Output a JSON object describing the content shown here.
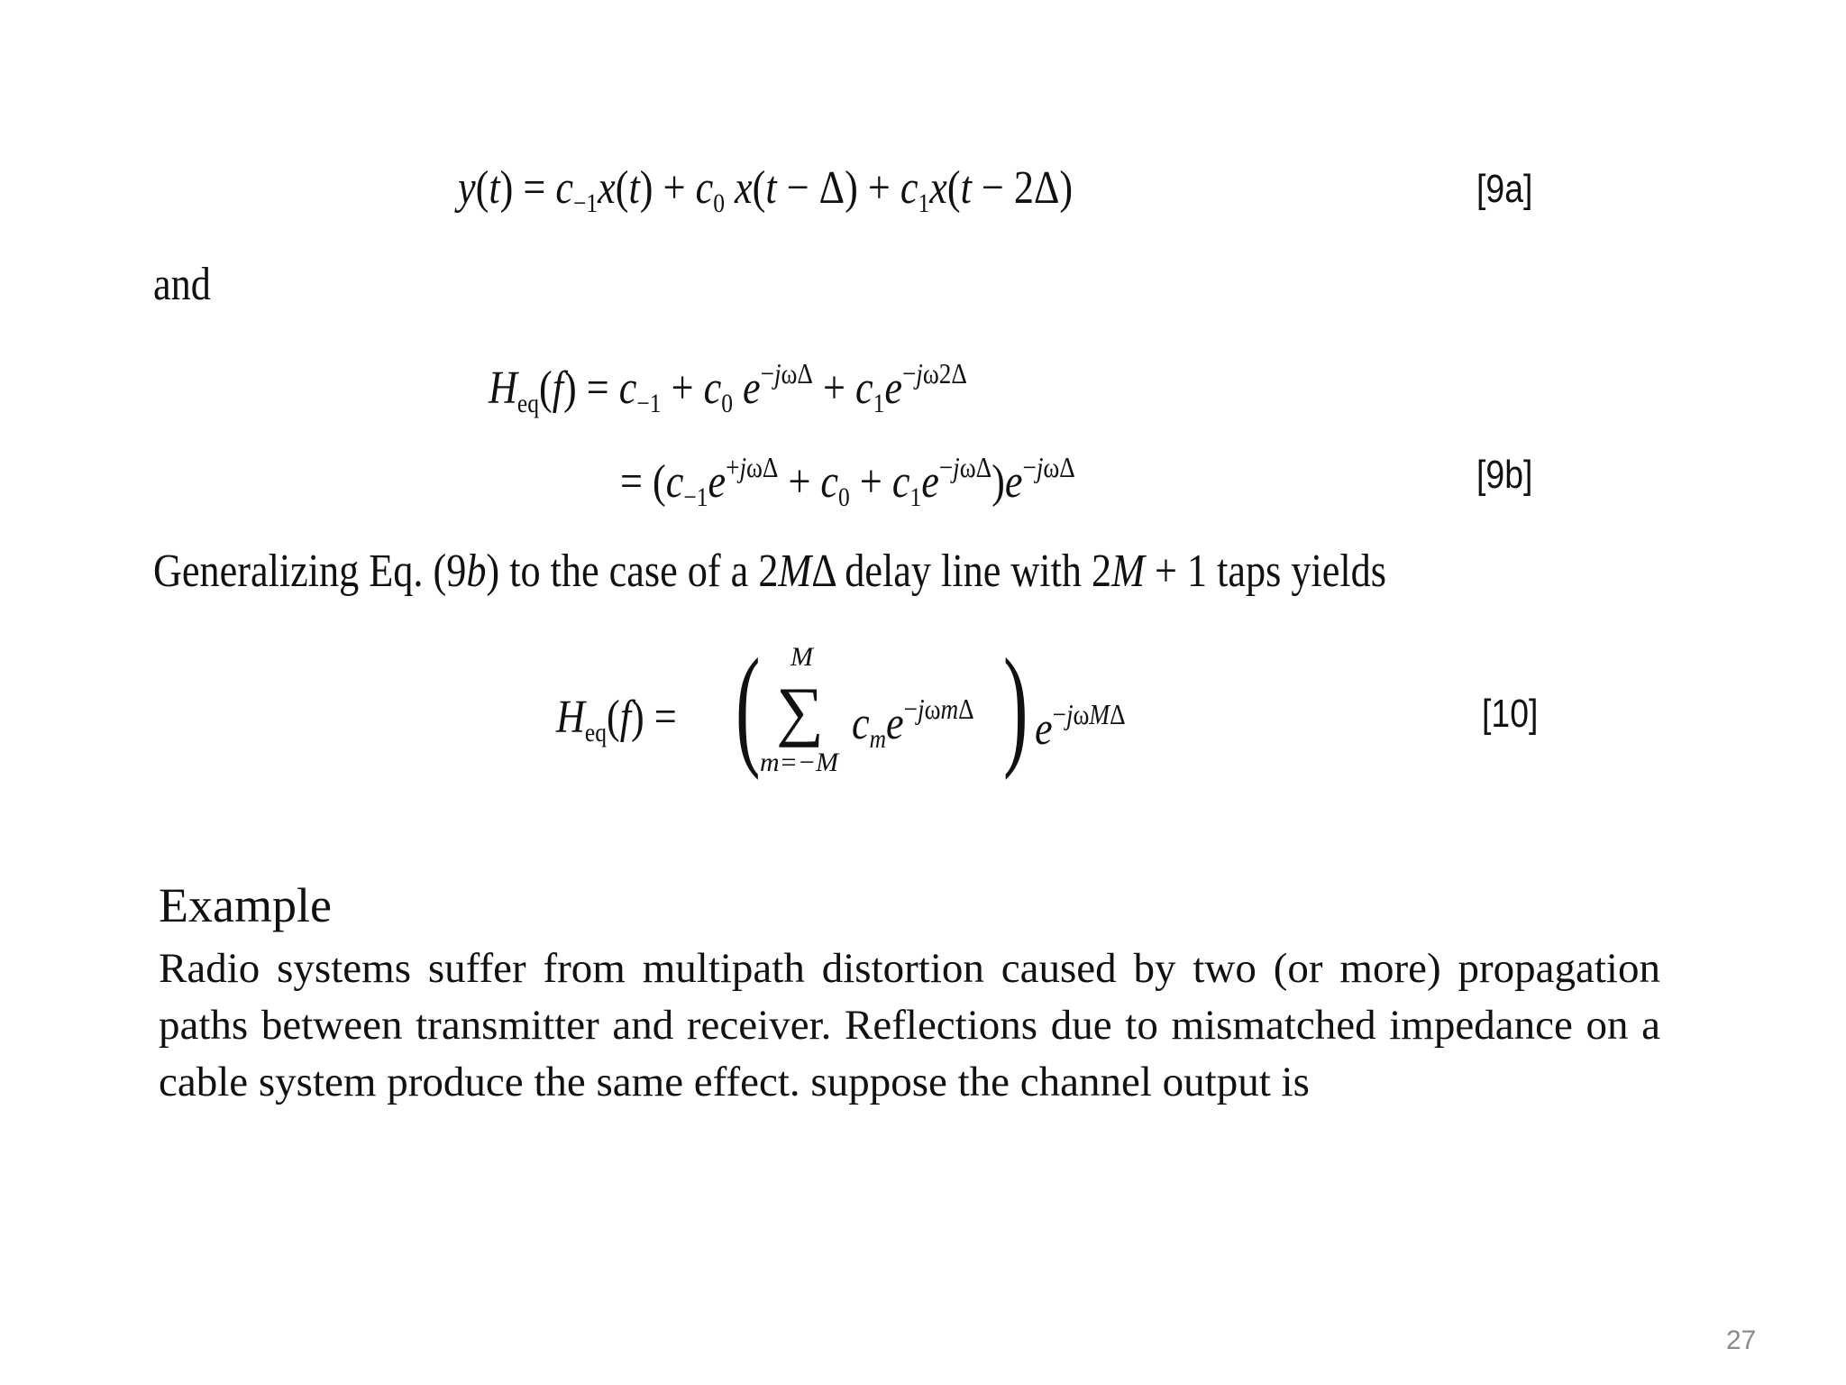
{
  "equations": {
    "eq9a": {
      "text": "y(t) = c₋₁x(t) + c₀ x(t − Δ) + c₁x(t − 2Δ)",
      "label": "[9a]"
    },
    "connector": "and",
    "eq9b": {
      "line1": "H_eq(f) = c₋₁ + c₀ e^(−jωΔ) + c₁e^(−jω2Δ)",
      "line2": "= (c₋₁e^(+jωΔ) + c₀ + c₁e^(−jωΔ))e^(−jωΔ)",
      "label": "[9b]"
    },
    "generalizing_text": "Generalizing Eq. (9b) to the case of a 2MΔ delay line with 2M + 1 taps yields",
    "eq10": {
      "text": "H_eq(f) = ( Σ_{m=−M}^{M} c_m e^(−jωmΔ) ) e^(−jωMΔ)",
      "label": "[10]"
    }
  },
  "example": {
    "title": "Example",
    "body": "Radio systems suffer from multipath distortion caused by two (or more) propagation paths between transmitter and receiver. Reflections due to mismatched impedance on a cable system produce the same effect. suppose the channel output is"
  },
  "page_number": "27"
}
